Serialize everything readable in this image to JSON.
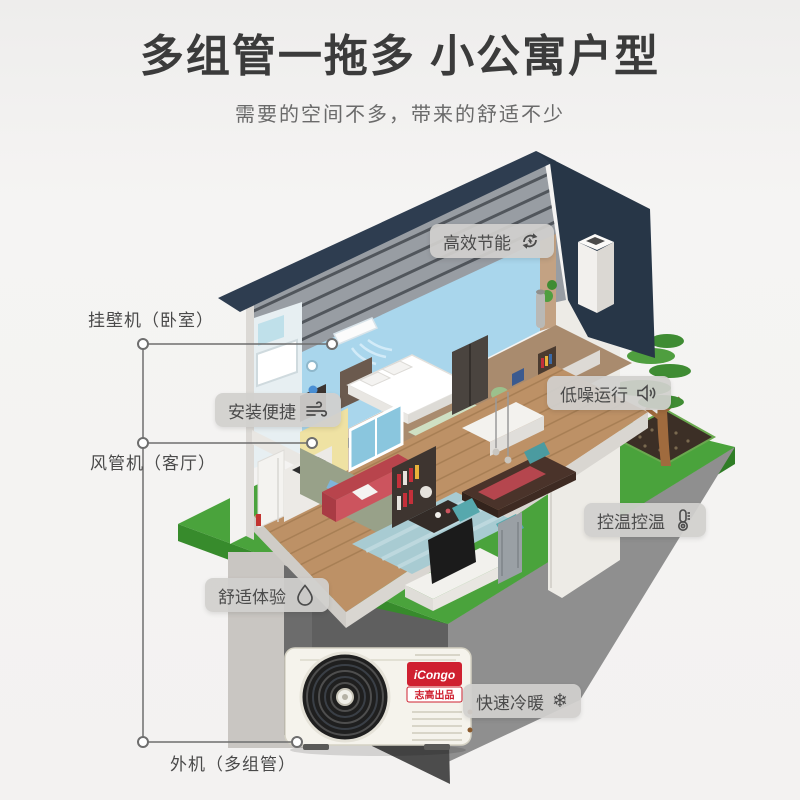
{
  "header": {
    "title": "多组管一拖多 小公寓户型",
    "subtitle": "需要的空间不多，带来的舒适不少"
  },
  "badges": [
    {
      "label": "高效节能",
      "icon": "refresh-arrows-icon"
    },
    {
      "label": "低噪运行",
      "icon": "speaker-icon"
    },
    {
      "label": "安装便捷",
      "icon": "airflow-icon"
    },
    {
      "label": "控温控温",
      "icon": "thermometer-icon"
    },
    {
      "label": "舒适体验",
      "icon": "droplet-icon"
    },
    {
      "label": "快速冷暖",
      "icon": "snowflake-icon",
      "glyph": "❄"
    }
  ],
  "unit_labels": [
    {
      "text": "挂壁机（卧室）"
    },
    {
      "text": "风管机（客厅）"
    },
    {
      "text": "外机（多组管）"
    }
  ],
  "outdoor_unit": {
    "brand": "iCongo",
    "maker_text": "志高出品"
  },
  "colors": {
    "badge_bg": "#d1d0ce",
    "text_dark": "#4b4b4b",
    "brand_red": "#cf2030",
    "roof_navy": "#2c3b4f",
    "grass_green": "#4aa33c",
    "wall_blue": "#a9d6ec"
  }
}
